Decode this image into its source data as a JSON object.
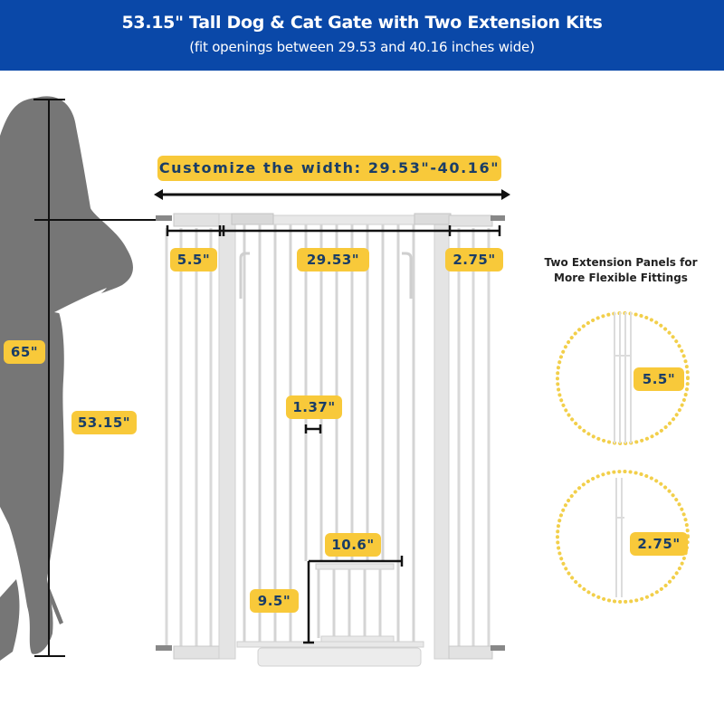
{
  "header": {
    "title": "53.15\" Tall Dog & Cat Gate with Two Extension Kits",
    "subtitle": "(fit openings between 29.53 and 40.16 inches wide)",
    "background_color": "#0a48a8"
  },
  "width_banner": {
    "label": "Customize the width: 29.53\"-40.16\""
  },
  "measurements": {
    "left_extension": "5.5\"",
    "main_gate": "29.53\"",
    "right_extension": "2.75\"",
    "bar_spacing": "1.37\"",
    "door_width": "10.6\"",
    "door_height": "9.5\"",
    "person_height": "65\"",
    "gate_height": "53.15\""
  },
  "side_panel": {
    "caption_line1": "Two Extension Panels for",
    "caption_line2": "More Flexible Fittings",
    "panel_a_label": "5.5\"",
    "panel_b_label": "2.75\""
  },
  "colors": {
    "badge_bg": "#f8c93a",
    "badge_text": "#1a3d66",
    "silhouette": "#767676",
    "gate": "#e6e6e6",
    "dotted_circle": "#f2cf4a"
  }
}
